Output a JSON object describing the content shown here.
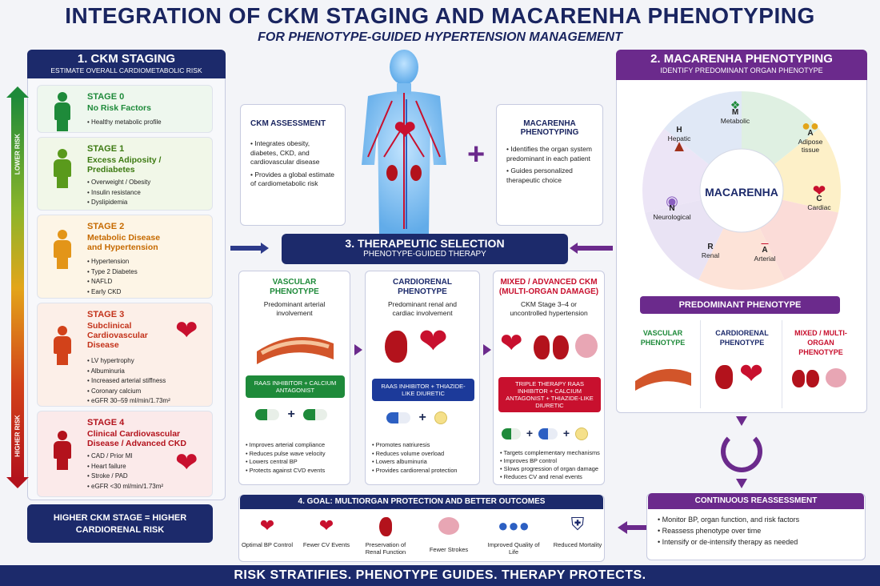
{
  "title": "INTEGRATION OF CKM STAGING AND MACARENHA PHENOTYPING",
  "subtitle": "FOR PHENOTYPE-GUIDED HYPERTENSION MANAGEMENT",
  "ckm": {
    "heading": "1. CKM STAGING",
    "subheading": "ESTIMATE OVERALL CARDIOMETABOLIC RISK",
    "lower_risk": "LOWER RISK",
    "higher_risk": "HIGHER RISK",
    "stages": [
      {
        "stage": "STAGE 0",
        "name": "No Risk Factors",
        "items": [
          "Healthy metabolic profile"
        ],
        "color": "#1e8a3a"
      },
      {
        "stage": "STAGE 1",
        "name": "Excess Adiposity / Prediabetes",
        "items": [
          "Overweight / Obesity",
          "Insulin resistance",
          "Dyslipidemia"
        ],
        "color": "#5a9a1c"
      },
      {
        "stage": "STAGE 2",
        "name": "Metabolic Disease and Hypertension",
        "items": [
          "Hypertension",
          "Type 2 Diabetes",
          "NAFLD",
          "Early CKD"
        ],
        "color": "#d47a08"
      },
      {
        "stage": "STAGE 3",
        "name": "Subclinical Cardiovascular Disease",
        "items": [
          "LV hypertrophy",
          "Albuminuria",
          "Increased arterial stiffness",
          "Coronary calcium",
          "eGFR 30–59 ml/min/1.73m²"
        ],
        "color": "#d2421a"
      },
      {
        "stage": "STAGE 4",
        "name": "Clinical Cardiovascular Disease / Advanced CKD",
        "items": [
          "CAD / Prior MI",
          "Heart failure",
          "Stroke / PAD",
          "eGFR <30 ml/min/1.73m²"
        ],
        "color": "#b3121c"
      }
    ],
    "footer": "HIGHER CKM STAGE = HIGHER CARDIORENAL RISK"
  },
  "assessment": {
    "title": "CKM ASSESSMENT",
    "items": [
      "Integrates obesity, diabetes, CKD, and cardiovascular disease",
      "Provides a global estimate of cardiometabolic risk"
    ]
  },
  "mac_box": {
    "title": "MACARENHA PHENOTYPING",
    "items": [
      "Identifies the organ system predominant in each patient",
      "Guides personalized therapeutic choice"
    ]
  },
  "macarenha": {
    "heading": "2. MACARENHA PHENOTYPING",
    "subheading": "IDENTIFY PREDOMINANT ORGAN PHENOTYPE",
    "center": "MACARENHA",
    "segments": [
      {
        "letter": "M",
        "name": "Metabolic"
      },
      {
        "letter": "A",
        "name": "Adipose tissue"
      },
      {
        "letter": "C",
        "name": "Cardiac"
      },
      {
        "letter": "A",
        "name": "Arterial"
      },
      {
        "letter": "R",
        "name": "Renal"
      },
      {
        "letter": "N",
        "name": "Neurological"
      },
      {
        "letter": "H",
        "name": "Hepatic"
      }
    ],
    "predominant": "PREDOMINANT PHENOTYPE",
    "phenotypes": [
      "VASCULAR PHENOTYPE",
      "CARDIORENAL PHENOTYPE",
      "MIXED / MULTI-ORGAN PHENOTYPE"
    ]
  },
  "therapy": {
    "heading": "3. THERAPEUTIC SELECTION",
    "subheading": "PHENOTYPE-GUIDED THERAPY",
    "columns": [
      {
        "title": "VASCULAR PHENOTYPE",
        "desc": "Predominant arterial involvement",
        "drug": "RAAS INHIBITOR + CALCIUM ANTAGONIST",
        "benefits": [
          "Improves arterial compliance",
          "Reduces pulse wave velocity",
          "Lowers central BP",
          "Protects against CVD events"
        ]
      },
      {
        "title": "CARDIORENAL PHENOTYPE",
        "desc": "Predominant renal and cardiac involvement",
        "drug": "RAAS INHIBITOR + THIAZIDE-LIKE DIURETIC",
        "benefits": [
          "Promotes natriuresis",
          "Reduces volume overload",
          "Lowers albuminuria",
          "Provides cardiorenal protection"
        ]
      },
      {
        "title": "MIXED / ADVANCED CKM (MULTI-ORGAN DAMAGE)",
        "desc": "CKM Stage 3–4 or uncontrolled hypertension",
        "drug": "TRIPLE THERAPY RAAS INHIBITOR + CALCIUM ANTAGONIST + THIAZIDE-LIKE DIURETIC",
        "benefits": [
          "Targets complementary mechanisms",
          "Improves BP control",
          "Slows progression of organ damage",
          "Reduces CV and renal events"
        ]
      }
    ]
  },
  "goal": {
    "heading": "4. GOAL: MULTIORGAN PROTECTION AND BETTER OUTCOMES",
    "items": [
      "Optimal BP Control",
      "Fewer CV Events",
      "Preservation of Renal Function",
      "Fewer Strokes",
      "Improved Quality of Life",
      "Reduced Mortality"
    ]
  },
  "reassess": {
    "heading": "CONTINUOUS REASSESSMENT",
    "items": [
      "Monitor BP, organ function, and risk factors",
      "Reassess phenotype over time",
      "Intensify or de-intensify therapy as needed"
    ]
  },
  "tagline": "RISK STRATIFIES. PHENOTYPE GUIDES. THERAPY PROTECTS.",
  "plus": "+",
  "colors": {
    "navy": "#1c2a6b",
    "purple": "#6b2a8c",
    "green": "#1e8a3a",
    "red": "#c8102e"
  }
}
